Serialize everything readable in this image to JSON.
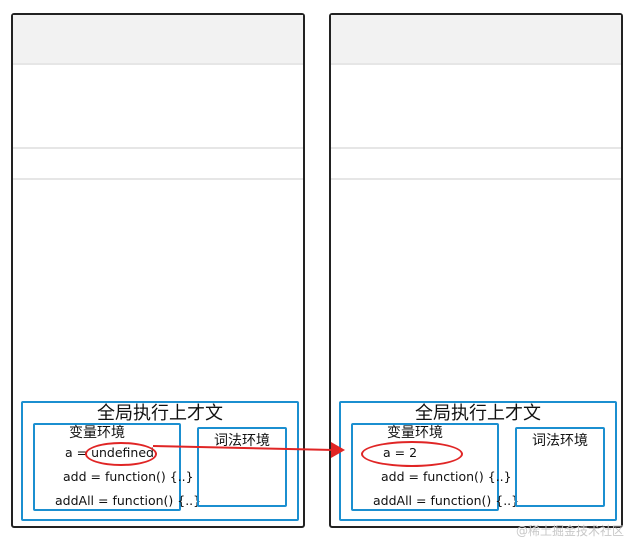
{
  "left": {
    "context_title": "全局执行上才文",
    "variable_env_title": "变量环境",
    "var_a": "a = undefined",
    "var_add": "add = function() {..}",
    "var_addAll": "addAll = function() {..}",
    "lexical_env_title": "词法环境"
  },
  "right": {
    "context_title": "全局执行上才文",
    "variable_env_title": "变量环境",
    "var_a": "a = 2",
    "var_add": "add = function() {..}",
    "var_addAll": "addAll = function() {..}",
    "lexical_env_title": "词法环境"
  },
  "watermark": "@稀土掘金技术社区",
  "colors": {
    "outline": "#222222",
    "context_border": "#1b8fd0",
    "highlight": "#e02525"
  }
}
